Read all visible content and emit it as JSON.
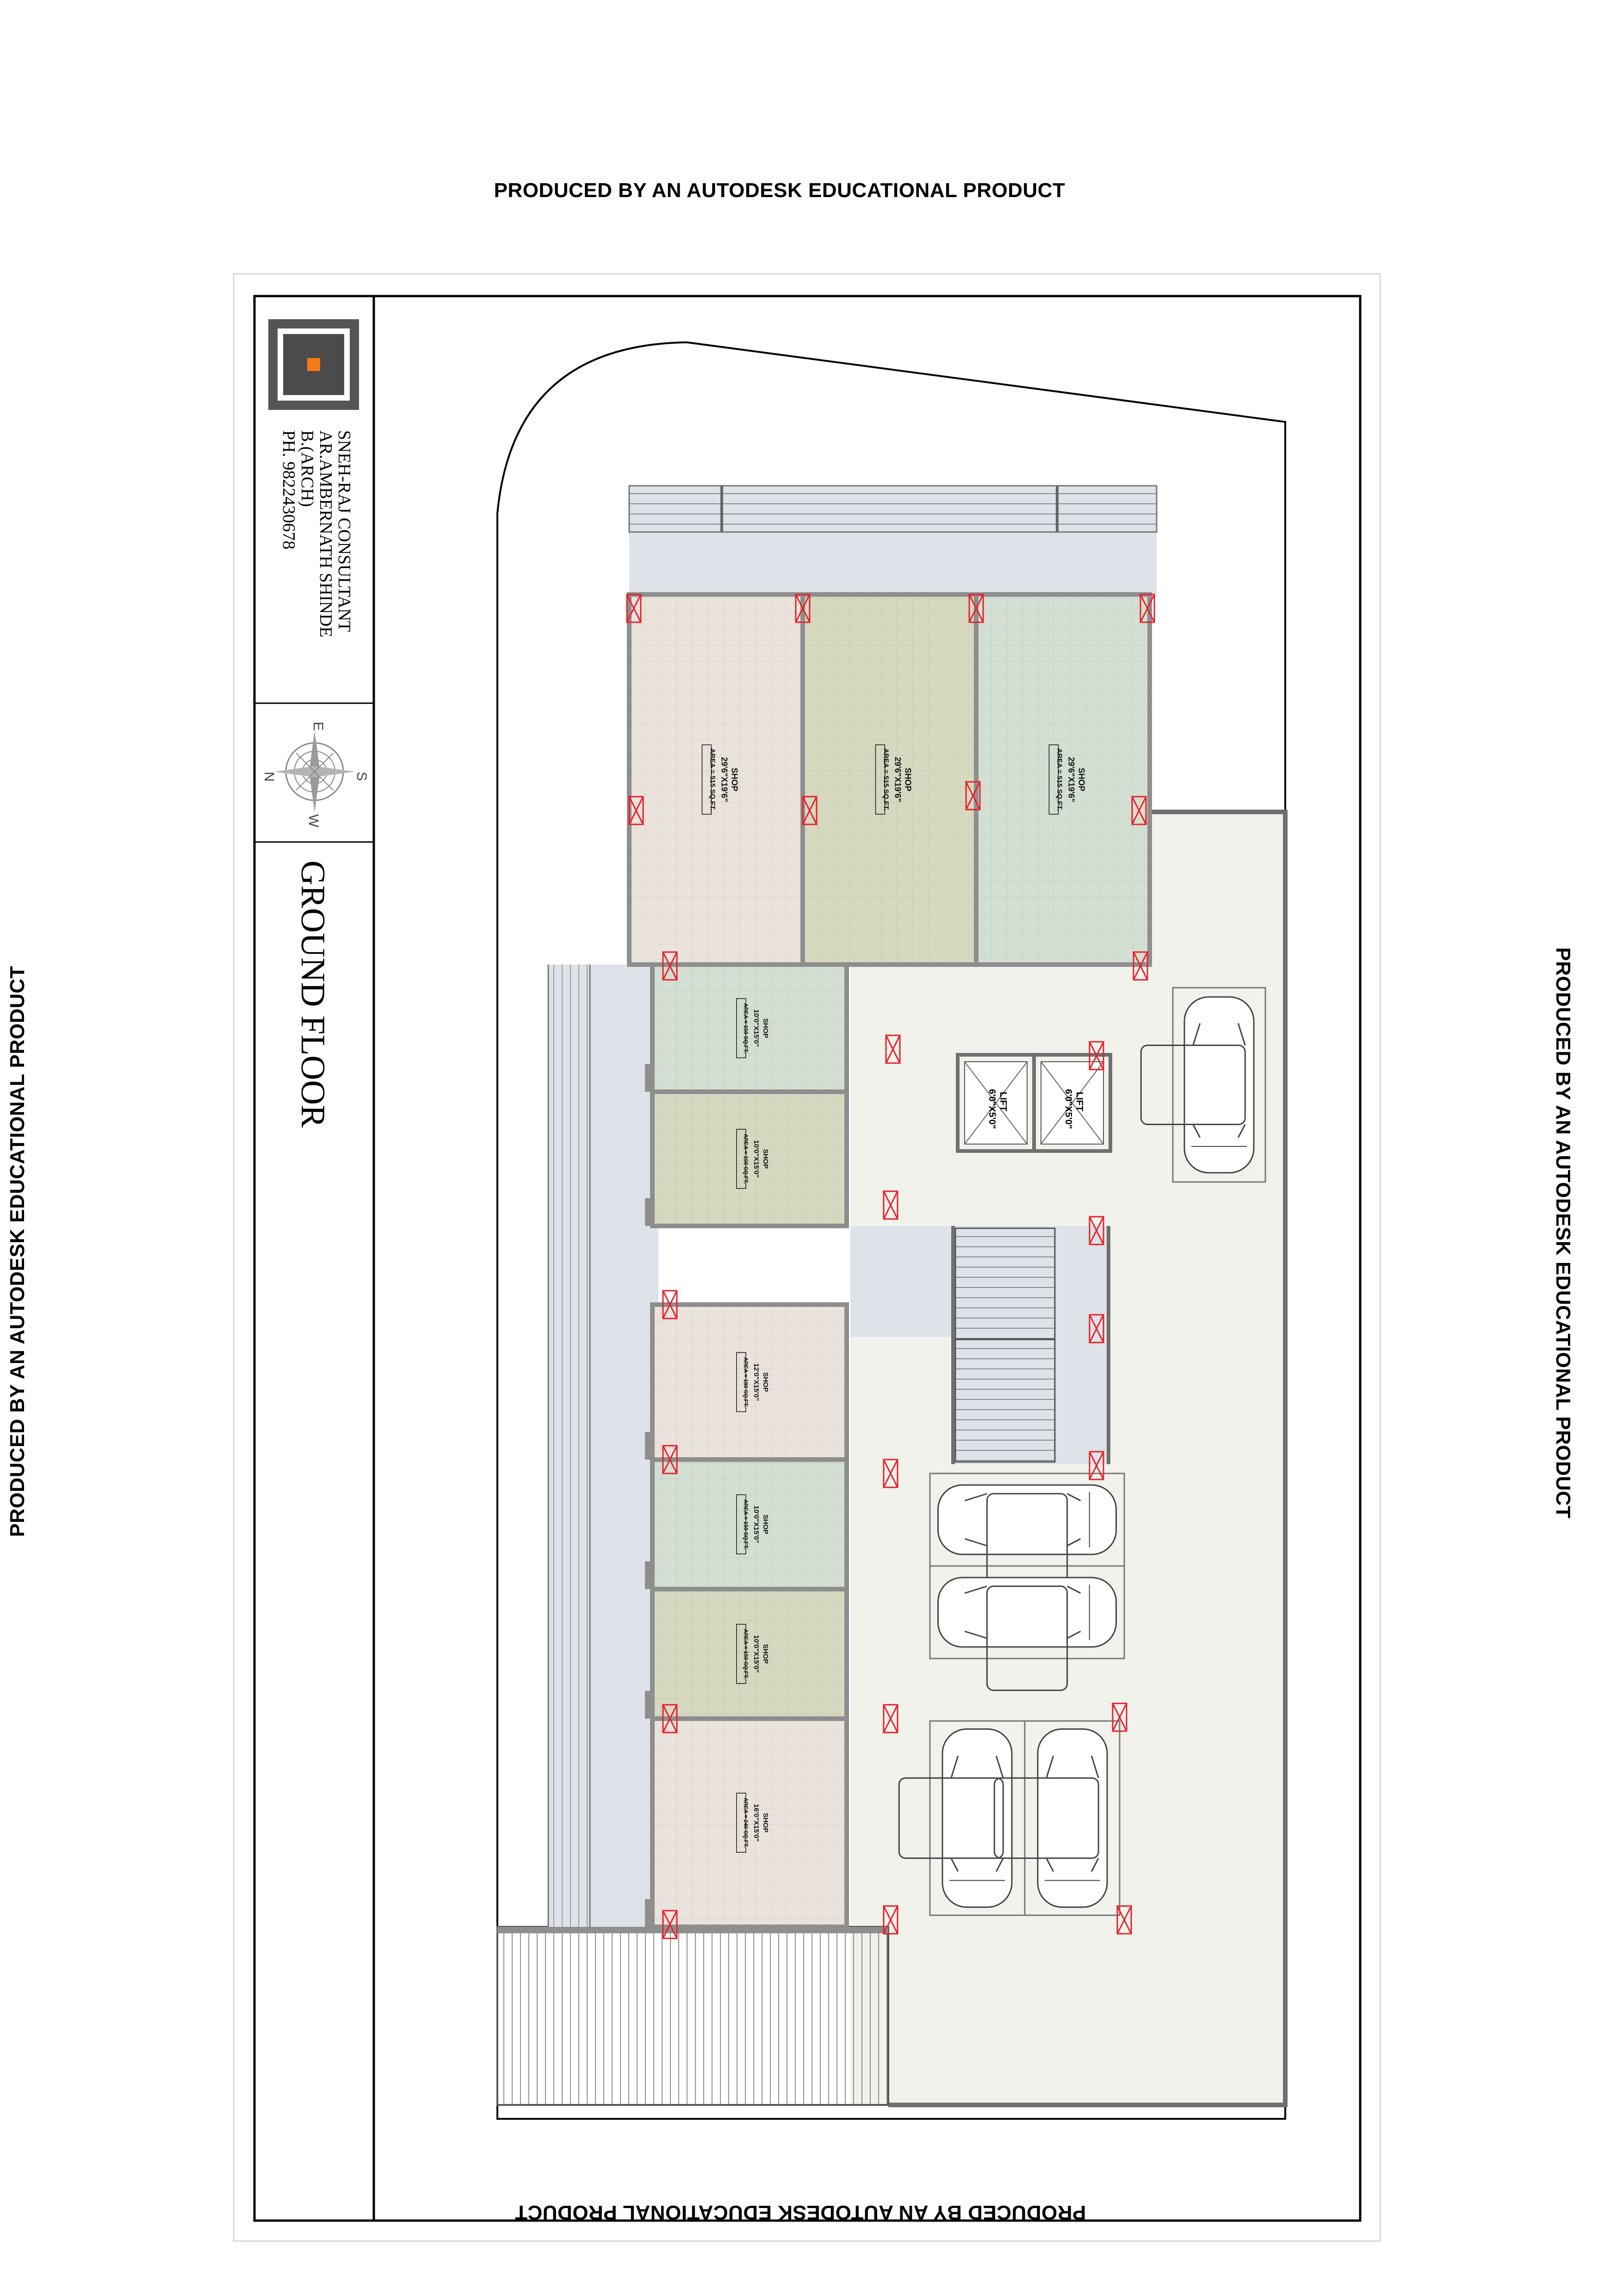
{
  "watermark": "PRODUCED BY AN AUTODESK EDUCATIONAL PRODUCT",
  "title_block": {
    "firm_lines": [
      "SNEH-RAJ CONSULTANT",
      "AR.AMBERNATH SHINDE",
      "B.(ARCH)",
      "PH. 9822430678"
    ],
    "drawing_title": "GROUND FLOOR",
    "compass": {
      "N": "N",
      "S": "S",
      "E": "E",
      "W": "W"
    }
  },
  "colors": {
    "shop_pink": "#eae3dc",
    "shop_olive": "#d6d8c0",
    "shop_green": "#d3dfd2",
    "circulation": "#dde3e8",
    "parking": "#f1f2ec",
    "wall": "#8e8e8e",
    "door_marker": "#e8202a"
  },
  "rooms": [
    {
      "id": "shop-1",
      "name": "SHOP",
      "size": "29'6\"X19'6\"",
      "area": "AREA = 515 SQ.FT.",
      "color": "shop_pink"
    },
    {
      "id": "shop-2",
      "name": "SHOP",
      "size": "29'6\"X19'6\"",
      "area": "AREA = 515 SQ.FT.",
      "color": "shop_olive"
    },
    {
      "id": "shop-3",
      "name": "SHOP",
      "size": "29'6\"X19'6\"",
      "area": "AREA = 515 SQ.FT.",
      "color": "shop_green"
    },
    {
      "id": "shop-4",
      "name": "SHOP",
      "size": "10'0\"X15'0\"",
      "area": "AREA = 150 SQ.FT.",
      "color": "shop_green"
    },
    {
      "id": "shop-5",
      "name": "SHOP",
      "size": "10'0\"X15'0\"",
      "area": "AREA = 150 SQ.FT.",
      "color": "shop_olive"
    },
    {
      "id": "shop-6",
      "name": "SHOP",
      "size": "12'0\"X15'0\"",
      "area": "AREA = 180 SQ.FT.",
      "color": "shop_pink"
    },
    {
      "id": "shop-7",
      "name": "SHOP",
      "size": "10'0\"X15'0\"",
      "area": "AREA = 150 SQ.FT.",
      "color": "shop_green"
    },
    {
      "id": "shop-8",
      "name": "SHOP",
      "size": "10'0\"X15'0\"",
      "area": "AREA = 150 SQ.FT.",
      "color": "shop_olive"
    },
    {
      "id": "shop-9",
      "name": "SHOP",
      "size": "16'0\"X15'0\"",
      "area": "AREA = 240 SQ.FT.",
      "color": "shop_pink"
    }
  ],
  "lifts": [
    {
      "name": "LIFT",
      "size": "6'0\"X5'0\""
    },
    {
      "name": "LIFT",
      "size": "6'0\"X5'0\""
    }
  ]
}
